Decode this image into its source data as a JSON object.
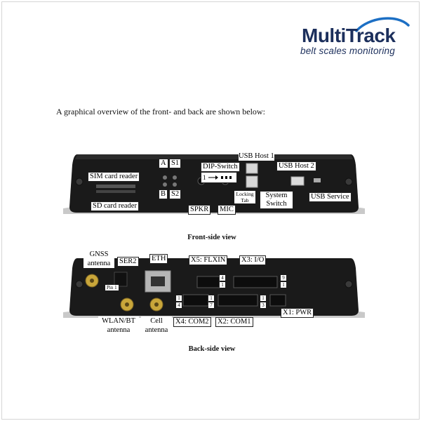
{
  "logo": {
    "word_multi": "Multi",
    "word_track": "Track",
    "tagline": "belt scales monitoring"
  },
  "intro_text": "A graphical overview of the front- and back are shown below:",
  "front": {
    "caption": "Front-side view",
    "labels": {
      "sim_card_reader": "SIM card reader",
      "sd_card_reader": "SD card reader",
      "a": "A",
      "b": "B",
      "s1": "S1",
      "s2": "S2",
      "dip_switch": "DIP-Switch",
      "dip_num": "1",
      "usb_host_1": "USB Host 1",
      "usb_host_2": "USB Host 2",
      "locking_tab": "Locking Tab",
      "system_switch": "System Switch",
      "usb_service": "USB Service",
      "spkr": "SPKR",
      "mic": "MIC"
    }
  },
  "back": {
    "caption": "Back-side view",
    "labels": {
      "gnss_antenna": "GNSS antenna",
      "ser2": "SER2",
      "pin1": "Pin 1",
      "eth": "ETH",
      "x5": "X5: FLXIN",
      "x3": "X3: I/O",
      "wlan_bt_antenna": "WLAN/BT antenna",
      "cell_antenna": "Cell antenna",
      "x4": "X4: COM2",
      "x2": "X2: COM1",
      "x1": "X1: PWR",
      "x5_pin_top": "4",
      "x5_pin_bottom": "1",
      "x3_pin_top": "9",
      "x3_pin_bottom": "1",
      "x4_pin_top": "1",
      "x4_pin_bottom": "4",
      "x2_pin_top": "1",
      "x2_pin_bottom": "7",
      "x1_pin_top": "1",
      "x1_pin_bottom": "3"
    }
  }
}
